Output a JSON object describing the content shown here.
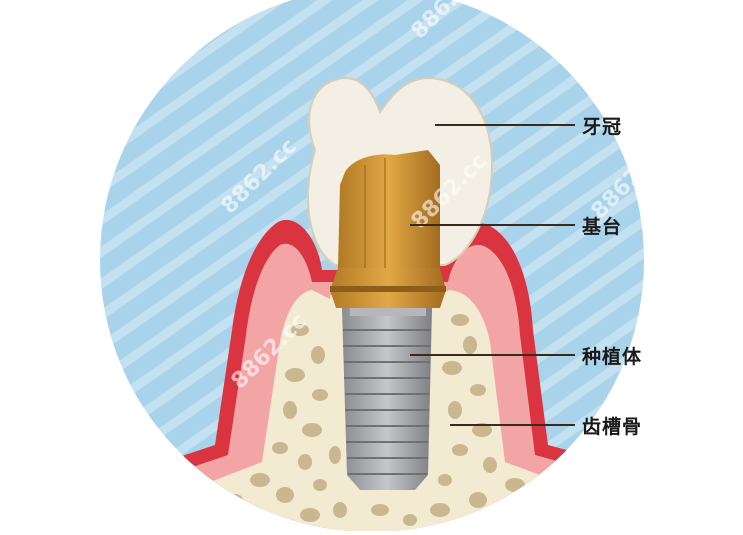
{
  "labels": {
    "crown": "牙冠",
    "abutment": "基台",
    "implant": "种植体",
    "bone": "齿槽骨"
  },
  "watermark": "8862.cc",
  "colors": {
    "sky": "#a9d3ea",
    "stripe": "#c3e1f1",
    "gum_outer": "#d9343f",
    "gum_inner": "#f3a5a6",
    "bone_fill": "#f3ead2",
    "bone_dot": "#c9b78f",
    "crown": "#f4efe4",
    "abutment": "#c48a2c",
    "implant": "#9fa1a5",
    "leader": "#3b2a1a"
  }
}
